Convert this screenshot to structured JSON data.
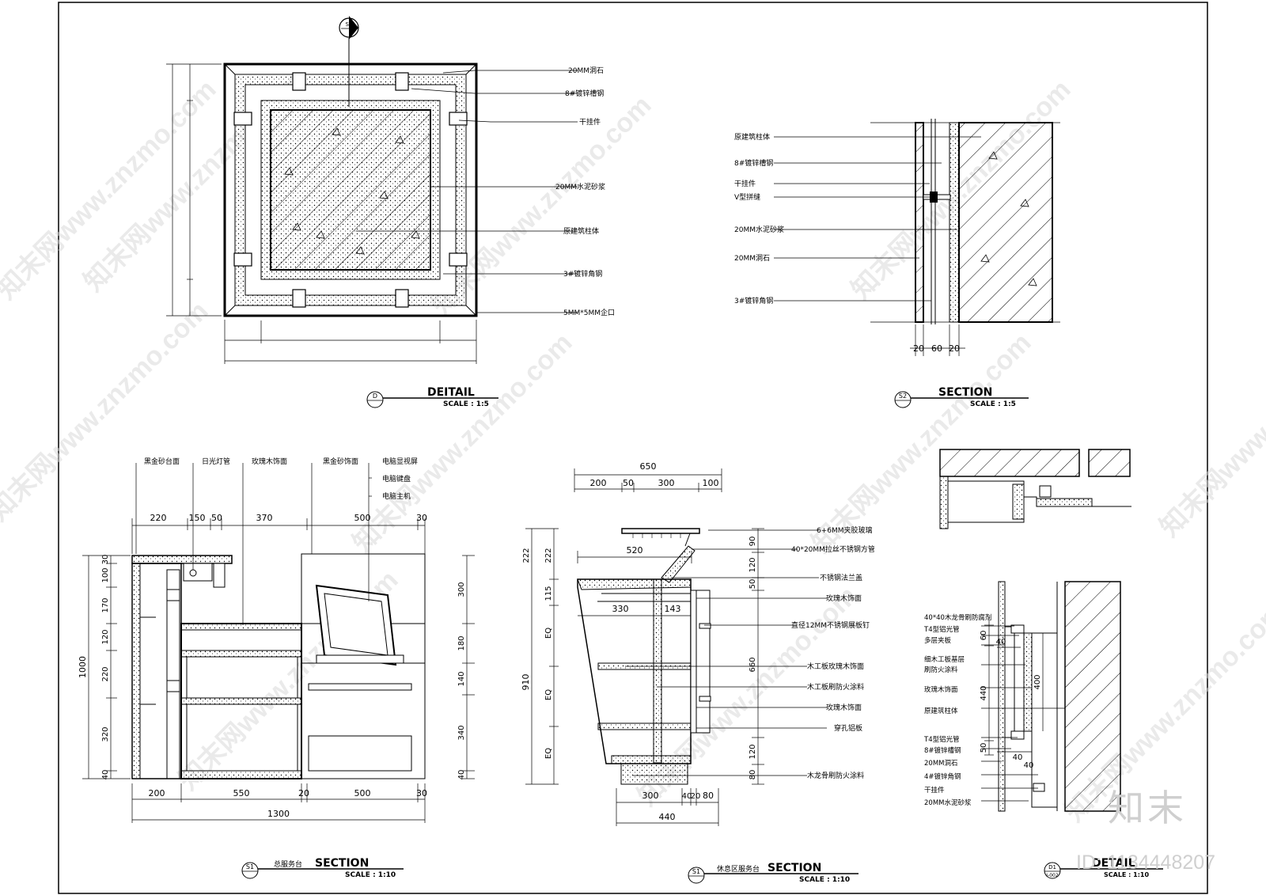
{
  "watermark": "知末网www.znzmo.com",
  "brand": {
    "name": "知末",
    "id": "ID: 1134448207"
  },
  "detail_d": {
    "marker_top": "S1",
    "labels": [
      "20MM洞石",
      "8#镀锌槽钢",
      "干挂件",
      "20MM水泥砂浆",
      "原建筑柱体",
      "3#镀锌角钢",
      "5MM*5MM企口"
    ],
    "title": {
      "code": "D",
      "name": "DEITAIL",
      "scale": "SCALE :   1:5"
    }
  },
  "section_s2": {
    "labels": [
      "原建筑柱体",
      "8#镀锌槽钢",
      "干挂件",
      "V型拼缝",
      "20MM水泥砂浆",
      "20MM洞石",
      "3#镀锌角钢"
    ],
    "dims": [
      "20",
      "60",
      "20"
    ],
    "title": {
      "code": "S2",
      "name": "SECTION",
      "scale": "SCALE :   1:5"
    }
  },
  "section_s1": {
    "top_labels": [
      "黑金砂台面",
      "日光灯管",
      "玫瑰木饰面",
      "黑金砂饰面",
      "电脑显视屏",
      "电脑键盘",
      "电脑主机"
    ],
    "top_dims": [
      "220",
      "150",
      "50",
      "370",
      "500",
      "30"
    ],
    "left_dims": [
      "30",
      "100",
      "170",
      "120",
      "220",
      "320",
      "40"
    ],
    "left_total": "1000",
    "right_dims": [
      "300",
      "180",
      "140",
      "340",
      "40"
    ],
    "bottom_dims": [
      "200",
      "550",
      "20",
      "500",
      "30"
    ],
    "bottom_total": "1300",
    "title": {
      "code": "S1",
      "sub": "总服务台",
      "name": "SECTION",
      "scale": "SCALE :   1:10"
    }
  },
  "section_mid": {
    "top_total": "650",
    "top_dims": [
      "200",
      "50",
      "300",
      "100"
    ],
    "dim_520": "520",
    "inner_dims": [
      "330",
      "143"
    ],
    "left_dims": [
      "222",
      "222",
      "115",
      "EQ",
      "910",
      "EQ",
      "EQ"
    ],
    "right_dims": [
      "90",
      "120",
      "50",
      "660",
      "120",
      "80"
    ],
    "labels": [
      "6+6MM夹胶玻璃",
      "40*20MM拉丝不锈钢方管",
      "不锈钢法兰盖",
      "玫瑰木饰面",
      "直径12MM不锈钢展板钉",
      "木工板玫瑰木饰面",
      "木工板刷防火涂料",
      "玫瑰木饰面",
      "穿孔铝板",
      "木龙骨刷防火涂料"
    ],
    "bottom_dims": [
      "300",
      "40",
      "20",
      "80"
    ],
    "bottom_total": "440",
    "title": {
      "code": "S1",
      "sub": "休息区服务台",
      "name": "SECTION",
      "scale": "SCALE :   1:10"
    }
  },
  "detail_d1": {
    "labels": [
      "40*40木龙骨刷防腐剂",
      "T4型铝光管",
      "多层夹板",
      "细木工板基层",
      "刷防火涂料",
      "玫瑰木饰面",
      "原建筑柱体",
      "T4型铝光管",
      "8#镀锌槽钢",
      "20MM洞石",
      "4#镀锌角钢",
      "干挂件",
      "20MM水泥砂浆"
    ],
    "dims": [
      "60",
      "40",
      "440",
      "400",
      "50",
      "40",
      "40"
    ],
    "title": {
      "code": "D1",
      "sub": "I-002",
      "name": "DETAIL",
      "scale": "SCALE :   1:10"
    }
  }
}
